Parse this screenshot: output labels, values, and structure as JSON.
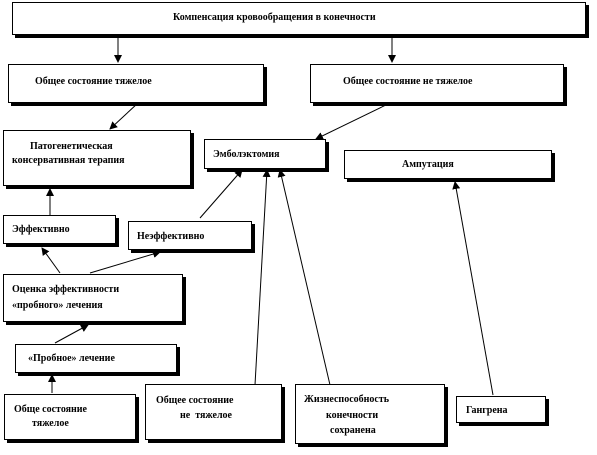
{
  "diagram": {
    "nodes": {
      "title": "Компенсация кровообращения в конечности",
      "severe_state": "Общее состояние тяжелое",
      "not_severe_state": "Общее состояние не тяжелое",
      "therapy_line1": "Патогенетическая",
      "therapy_line2": "консервативная терапия",
      "embolectomy": "Эмболэктомия",
      "amputation": "Ампутация",
      "effective": "Эффективно",
      "ineffective": "Неэффективно",
      "evaluation_line1": "Оценка эффективности",
      "evaluation_line2": "«пробного» лечения",
      "trial_treatment": "«Пробное» лечение",
      "bottom_severe_line1": "Обще состояние",
      "bottom_severe_line2": "тяжелое",
      "bottom_not_severe_line1": "Общее состояние",
      "bottom_not_severe_line2": "не  тяжелое",
      "viability_line1": "Жизнеспособность",
      "viability_line2": "конечности",
      "viability_line3": "сохранена",
      "gangrene": "Гангрена"
    },
    "edges": [
      {
        "from": "title",
        "to": "severe_state"
      },
      {
        "from": "title",
        "to": "not_severe_state"
      },
      {
        "from": "severe_state",
        "to": "therapy"
      },
      {
        "from": "not_severe_state",
        "to": "embolectomy"
      },
      {
        "from": "effective",
        "to": "therapy"
      },
      {
        "from": "ineffective",
        "to": "embolectomy"
      },
      {
        "from": "evaluation",
        "to": "effective"
      },
      {
        "from": "evaluation",
        "to": "ineffective"
      },
      {
        "from": "trial_treatment",
        "to": "evaluation"
      },
      {
        "from": "bottom_severe",
        "to": "trial_treatment"
      },
      {
        "from": "bottom_not_severe",
        "to": "embolectomy"
      },
      {
        "from": "viability",
        "to": "embolectomy"
      },
      {
        "from": "gangrene",
        "to": "amputation"
      }
    ]
  }
}
